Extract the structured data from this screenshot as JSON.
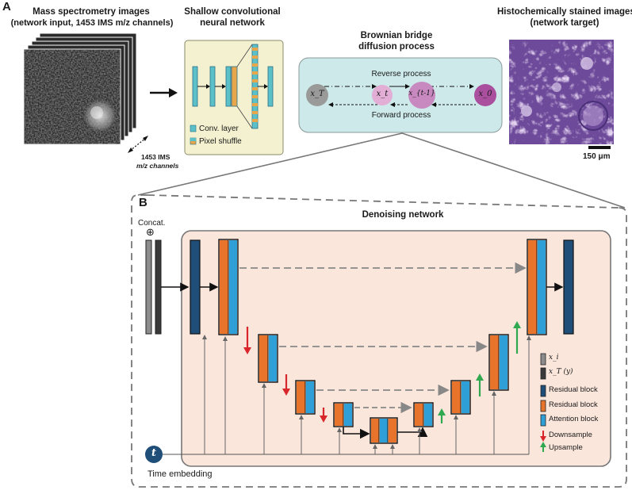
{
  "panel_a": {
    "letter": "A",
    "ms_title_line1": "Mass spectrometry images",
    "ms_title_line2": "(network input, 1453 IMS m/z channels)",
    "channels_line1": "1453 IMS",
    "channels_line2": "m/z channels",
    "cnn_title_line1": "Shallow convolutional",
    "cnn_title_line2": "neural network",
    "legend_conv": "Conv. layer",
    "legend_pixel": "Pixel shuffle",
    "bridge_title_line1": "Brownian bridge",
    "bridge_title_line2": "diffusion process",
    "reverse_label": "Reverse process",
    "forward_label": "Forward process",
    "nodes": [
      "x_T",
      "x_t",
      "x_{t-1}",
      "x_0"
    ],
    "histo_title_line1": "Histochemically stained images",
    "histo_title_line2": "(network target)",
    "scale_bar": "150 μm"
  },
  "panel_b": {
    "letter": "B",
    "concat_label": "Concat.",
    "concat_symbol": "⊕",
    "network_title": "Denoising network",
    "time_symbol": "t",
    "time_label": "Time embedding",
    "legend": [
      {
        "key": "xi",
        "label": "x_i",
        "color": "#8c8c8c"
      },
      {
        "key": "xt",
        "label": "x_T (y)",
        "color": "#3a3a3a"
      },
      {
        "key": "res_dark",
        "label": "Residual block",
        "color": "#1f4e79"
      },
      {
        "key": "res_orange",
        "label": "Residual block",
        "color": "#e8742c"
      },
      {
        "key": "attn",
        "label": "Attention block",
        "color": "#2f9fd8"
      },
      {
        "key": "down",
        "label": "Downsample",
        "color": "#d8262a"
      },
      {
        "key": "up",
        "label": "Upsample",
        "color": "#2fa84f"
      }
    ]
  },
  "colors": {
    "navy": "#1f4e79",
    "orange": "#e8742c",
    "blue": "#2f9fd8",
    "peach": "#fbe6dc",
    "bridge_bg": "#cde9ea",
    "cnn_bg": "#f3f1cf",
    "red": "#d8262a",
    "green": "#2fa84f",
    "node_T": "#9a9a9a",
    "node_t": "#e2aed6",
    "node_t1": "#c889c0",
    "node_0": "#a94f9e"
  }
}
